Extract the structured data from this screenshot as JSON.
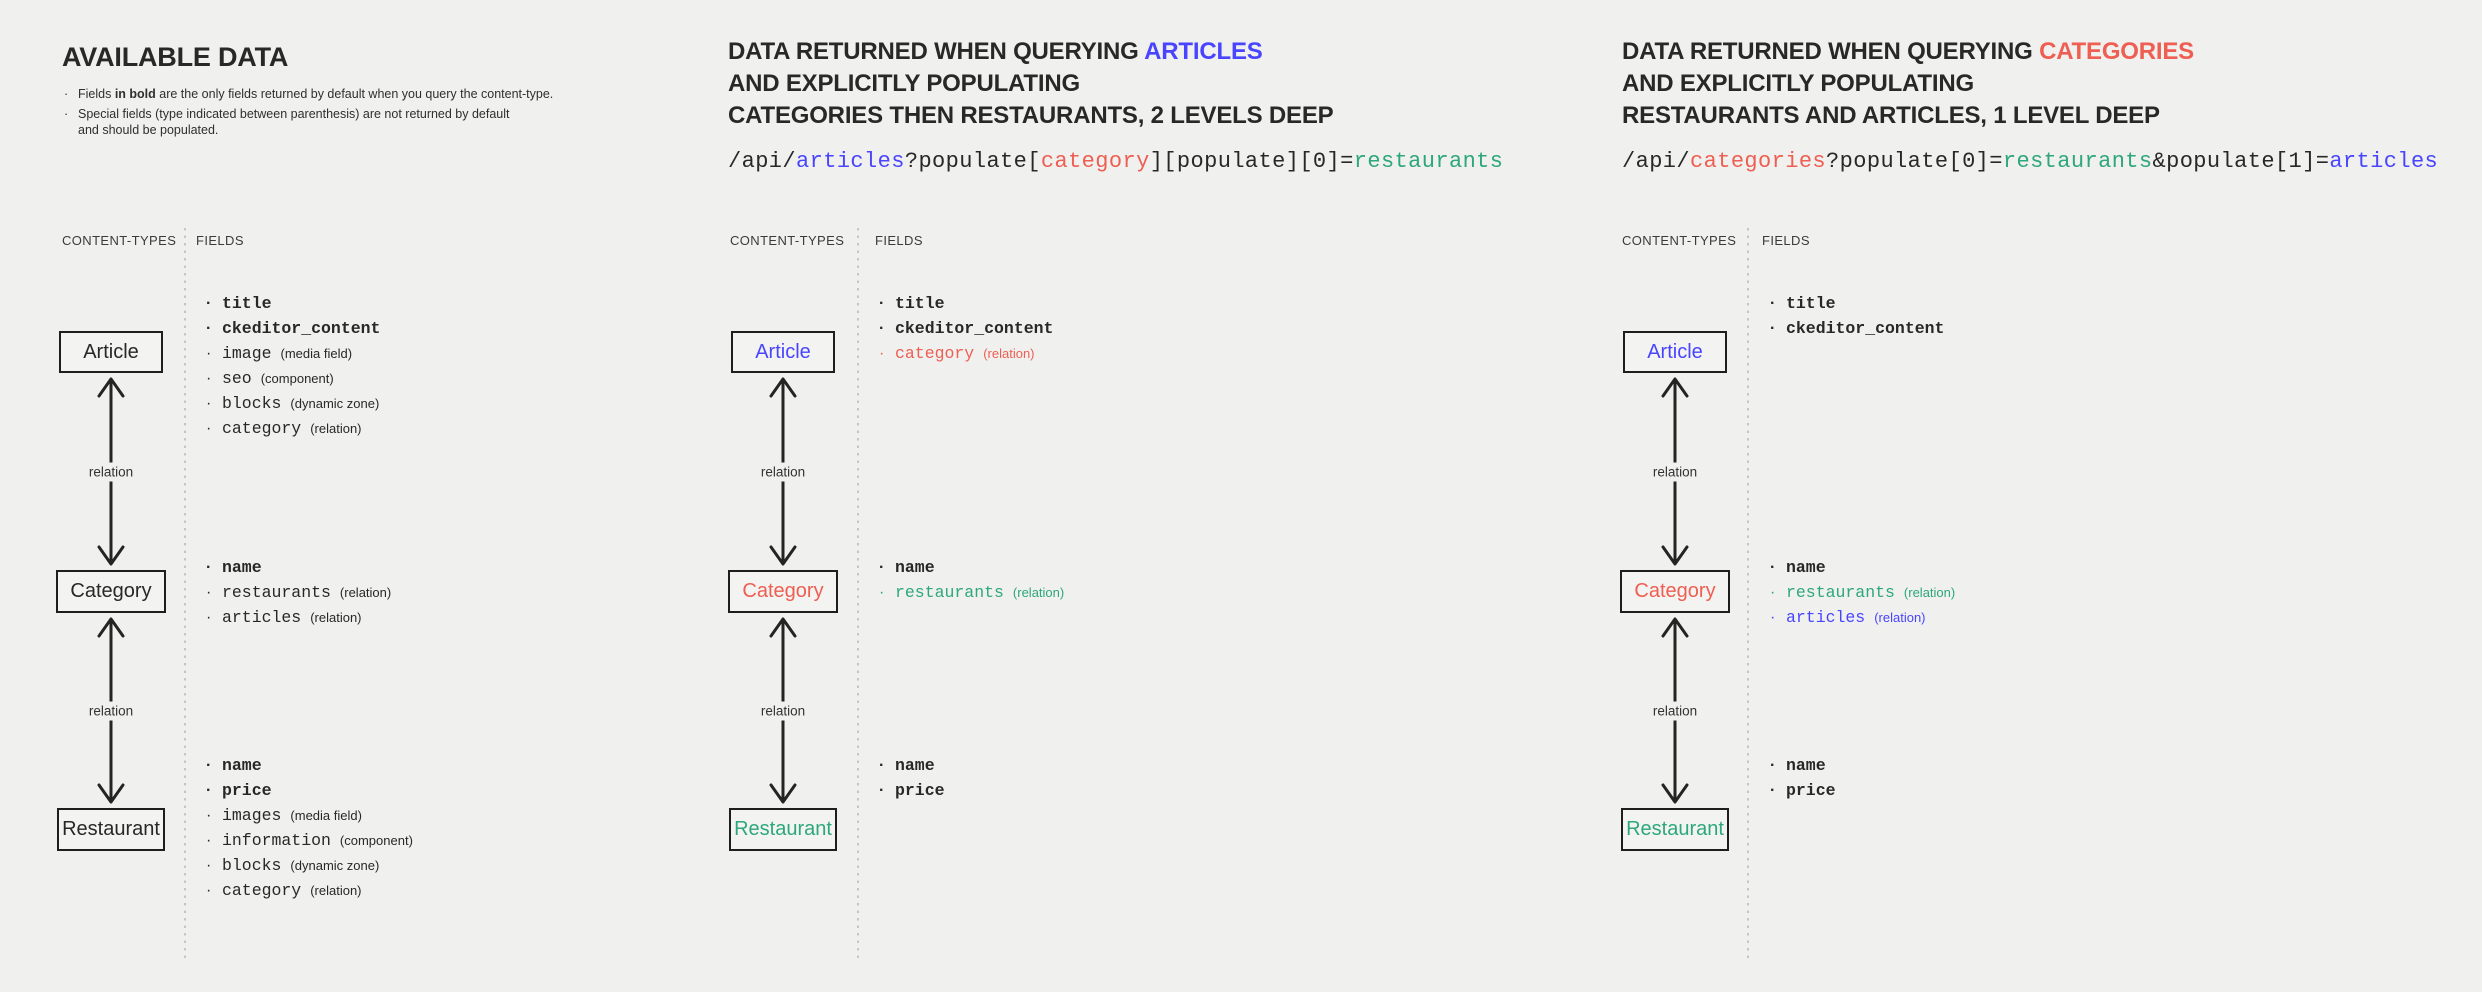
{
  "colors": {
    "accent_blue": "#4945ff",
    "accent_red": "#ee5e52",
    "accent_green": "#2da77c",
    "text_dark": "#282828",
    "background": "#f0f0ee"
  },
  "columns": [
    {
      "title": {
        "lines": [
          {
            "parts": [
              {
                "t": "AVAILABLE DATA",
                "c": "dark"
              }
            ]
          }
        ]
      },
      "notes": [
        {
          "parts": [
            {
              "t": "Fields ",
              "b": "0"
            },
            {
              "t": "in bold",
              "b": "1"
            },
            {
              "t": " are the only fields returned by default when you query the content-type.",
              "b": "0"
            }
          ]
        },
        {
          "parts": [
            {
              "t": "Special fields (type indicated between parenthesis) are not returned by default\nand should be populated.",
              "b": "0"
            }
          ]
        }
      ],
      "labels": {
        "content_types": "CONTENT-TYPES",
        "fields": "FIELDS"
      },
      "relation_label": "relation",
      "boxes": [
        {
          "label": "Article",
          "c": "dark"
        },
        {
          "label": "Category",
          "c": "dark"
        },
        {
          "label": "Restaurant",
          "c": "dark"
        }
      ],
      "field_groups": [
        {
          "rows": [
            {
              "name": "title",
              "c": "dark",
              "b": "1"
            },
            {
              "name": "ckeditor_content",
              "c": "dark",
              "b": "1"
            },
            {
              "name": "image",
              "type": "(media field)",
              "c": "dark",
              "b": "0"
            },
            {
              "name": "seo",
              "type": "(component)",
              "c": "dark",
              "b": "0"
            },
            {
              "name": "blocks",
              "type": "(dynamic zone)",
              "c": "dark",
              "b": "0"
            },
            {
              "name": "category",
              "type": "(relation)",
              "c": "dark",
              "b": "0"
            }
          ]
        },
        {
          "rows": [
            {
              "name": "name",
              "c": "dark",
              "b": "1"
            },
            {
              "name": "restaurants",
              "type": "(relation)",
              "c": "dark",
              "b": "0"
            },
            {
              "name": "articles",
              "type": "(relation)",
              "c": "dark",
              "b": "0"
            }
          ]
        },
        {
          "rows": [
            {
              "name": "name",
              "c": "dark",
              "b": "1"
            },
            {
              "name": "price",
              "c": "dark",
              "b": "1"
            },
            {
              "name": "images",
              "type": "(media field)",
              "c": "dark",
              "b": "0"
            },
            {
              "name": "information",
              "type": "(component)",
              "c": "dark",
              "b": "0"
            },
            {
              "name": "blocks",
              "type": "(dynamic zone)",
              "c": "dark",
              "b": "0"
            },
            {
              "name": "category",
              "type": "(relation)",
              "c": "dark",
              "b": "0"
            }
          ]
        }
      ]
    },
    {
      "title": {
        "lines": [
          {
            "parts": [
              {
                "t": "DATA RETURNED WHEN QUERYING ",
                "c": "dark"
              },
              {
                "t": "ARTICLES",
                "c": "blue"
              }
            ]
          },
          {
            "parts": [
              {
                "t": "AND EXPLICITLY POPULATING",
                "c": "dark"
              }
            ]
          },
          {
            "parts": [
              {
                "t": "CATEGORIES THEN RESTAURANTS, 2 LEVELS DEEP",
                "c": "dark"
              }
            ]
          }
        ]
      },
      "url": {
        "segments": [
          {
            "t": "/api/",
            "c": "dark"
          },
          {
            "t": "articles",
            "c": "blue"
          },
          {
            "t": "?populate[",
            "c": "dark"
          },
          {
            "t": "category",
            "c": "red"
          },
          {
            "t": "][populate][0]=",
            "c": "dark"
          },
          {
            "t": "restaurants",
            "c": "green"
          }
        ]
      },
      "labels": {
        "content_types": "CONTENT-TYPES",
        "fields": "FIELDS"
      },
      "relation_label": "relation",
      "boxes": [
        {
          "label": "Article",
          "c": "blue"
        },
        {
          "label": "Category",
          "c": "red"
        },
        {
          "label": "Restaurant",
          "c": "green"
        }
      ],
      "field_groups": [
        {
          "rows": [
            {
              "name": "title",
              "c": "dark",
              "b": "1"
            },
            {
              "name": "ckeditor_content",
              "c": "dark",
              "b": "1"
            },
            {
              "name": "category",
              "type": "(relation)",
              "c": "red",
              "b": "0"
            }
          ]
        },
        {
          "rows": [
            {
              "name": "name",
              "c": "dark",
              "b": "1"
            },
            {
              "name": "restaurants",
              "type": "(relation)",
              "c": "green",
              "b": "0"
            }
          ]
        },
        {
          "rows": [
            {
              "name": "name",
              "c": "dark",
              "b": "1"
            },
            {
              "name": "price",
              "c": "dark",
              "b": "1"
            }
          ]
        }
      ]
    },
    {
      "title": {
        "lines": [
          {
            "parts": [
              {
                "t": "DATA RETURNED WHEN QUERYING ",
                "c": "dark"
              },
              {
                "t": "CATEGORIES",
                "c": "red"
              }
            ]
          },
          {
            "parts": [
              {
                "t": "AND EXPLICITLY POPULATING",
                "c": "dark"
              }
            ]
          },
          {
            "parts": [
              {
                "t": "RESTAURANTS AND ARTICLES, 1 LEVEL DEEP",
                "c": "dark"
              }
            ]
          }
        ]
      },
      "url": {
        "segments": [
          {
            "t": "/api/",
            "c": "dark"
          },
          {
            "t": "categories",
            "c": "red"
          },
          {
            "t": "?populate[0]=",
            "c": "dark"
          },
          {
            "t": "restaurants",
            "c": "green"
          },
          {
            "t": "&populate[1]=",
            "c": "dark"
          },
          {
            "t": "articles",
            "c": "blue"
          }
        ]
      },
      "labels": {
        "content_types": "CONTENT-TYPES",
        "fields": "FIELDS"
      },
      "relation_label": "relation",
      "boxes": [
        {
          "label": "Article",
          "c": "blue"
        },
        {
          "label": "Category",
          "c": "red"
        },
        {
          "label": "Restaurant",
          "c": "green"
        }
      ],
      "field_groups": [
        {
          "rows": [
            {
              "name": "title",
              "c": "dark",
              "b": "1"
            },
            {
              "name": "ckeditor_content",
              "c": "dark",
              "b": "1"
            }
          ]
        },
        {
          "rows": [
            {
              "name": "name",
              "c": "dark",
              "b": "1"
            },
            {
              "name": "restaurants",
              "type": "(relation)",
              "c": "green",
              "b": "0"
            },
            {
              "name": "articles",
              "type": "(relation)",
              "c": "blue",
              "b": "0"
            }
          ]
        },
        {
          "rows": [
            {
              "name": "name",
              "c": "dark",
              "b": "1"
            },
            {
              "name": "price",
              "c": "dark",
              "b": "1"
            }
          ]
        }
      ]
    }
  ]
}
